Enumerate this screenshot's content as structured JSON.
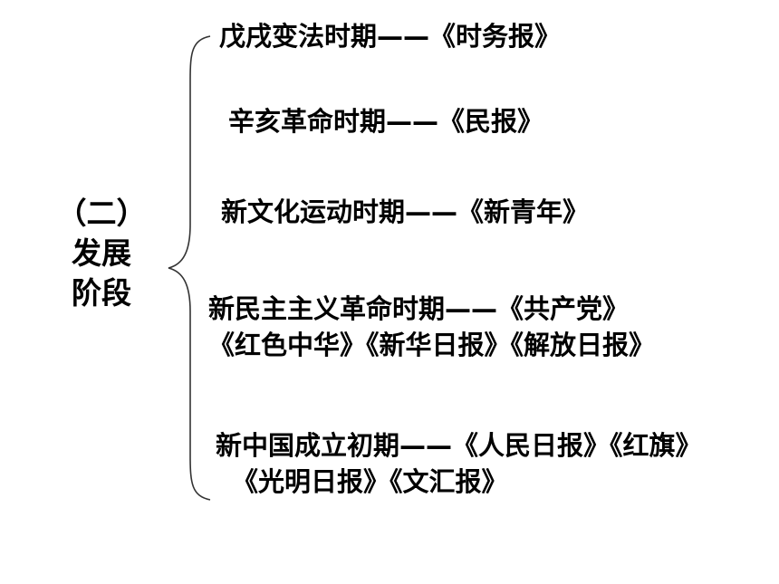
{
  "heading": {
    "line1": "（二）",
    "line2": "发展",
    "line3": "阶段"
  },
  "entries": [
    {
      "lines": [
        "戊戌变法时期——《时务报》"
      ]
    },
    {
      "lines": [
        "辛亥革命时期——《民报》"
      ]
    },
    {
      "lines": [
        "新文化运动时期——《新青年》"
      ]
    },
    {
      "lines": [
        "新民主主义革命时期——《共产党》",
        "《红色中华》《新华日报》《解放日报》"
      ]
    },
    {
      "lines": [
        "新中国成立初期——《人民日报》《红旗》",
        "《光明日报》《文汇报》"
      ]
    }
  ],
  "colors": {
    "text": "#000000",
    "background": "#ffffff",
    "brace": "#333333"
  },
  "icons": {
    "brace": "curly-brace-icon"
  }
}
